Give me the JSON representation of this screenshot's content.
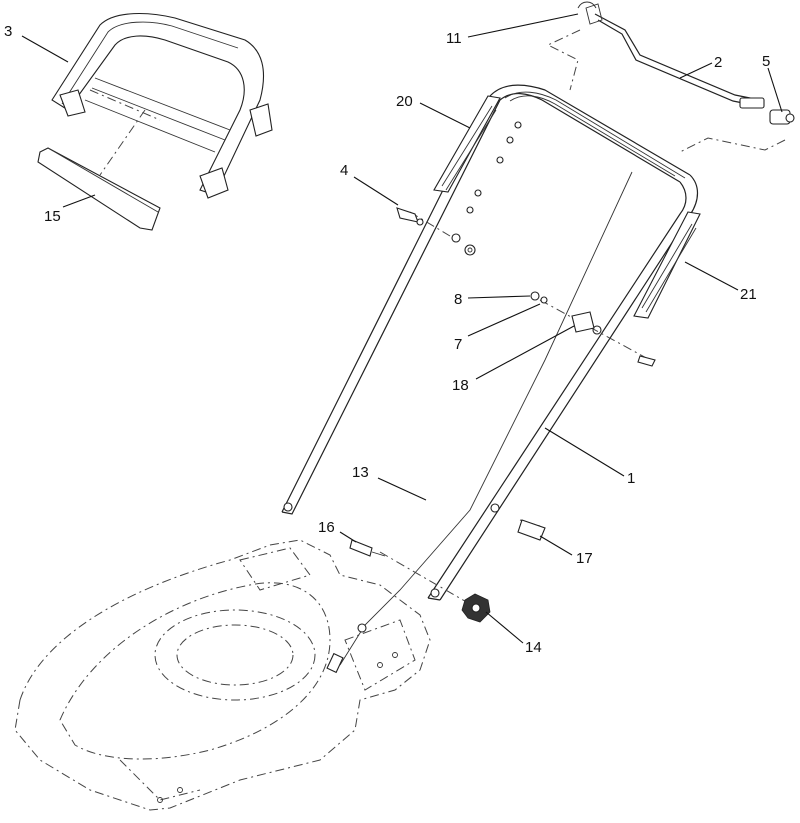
{
  "diagram": {
    "callouts": [
      {
        "id": "c1",
        "text": "1"
      },
      {
        "id": "c2",
        "text": "2"
      },
      {
        "id": "c3",
        "text": "3"
      },
      {
        "id": "c4",
        "text": "4"
      },
      {
        "id": "c5",
        "text": "5"
      },
      {
        "id": "c7",
        "text": "7"
      },
      {
        "id": "c8",
        "text": "8"
      },
      {
        "id": "c11",
        "text": "11"
      },
      {
        "id": "c13",
        "text": "13"
      },
      {
        "id": "c14",
        "text": "14"
      },
      {
        "id": "c15",
        "text": "15"
      },
      {
        "id": "c16",
        "text": "16"
      },
      {
        "id": "c17",
        "text": "17"
      },
      {
        "id": "c18",
        "text": "18"
      },
      {
        "id": "c20",
        "text": "20"
      },
      {
        "id": "c21",
        "text": "21"
      }
    ]
  }
}
